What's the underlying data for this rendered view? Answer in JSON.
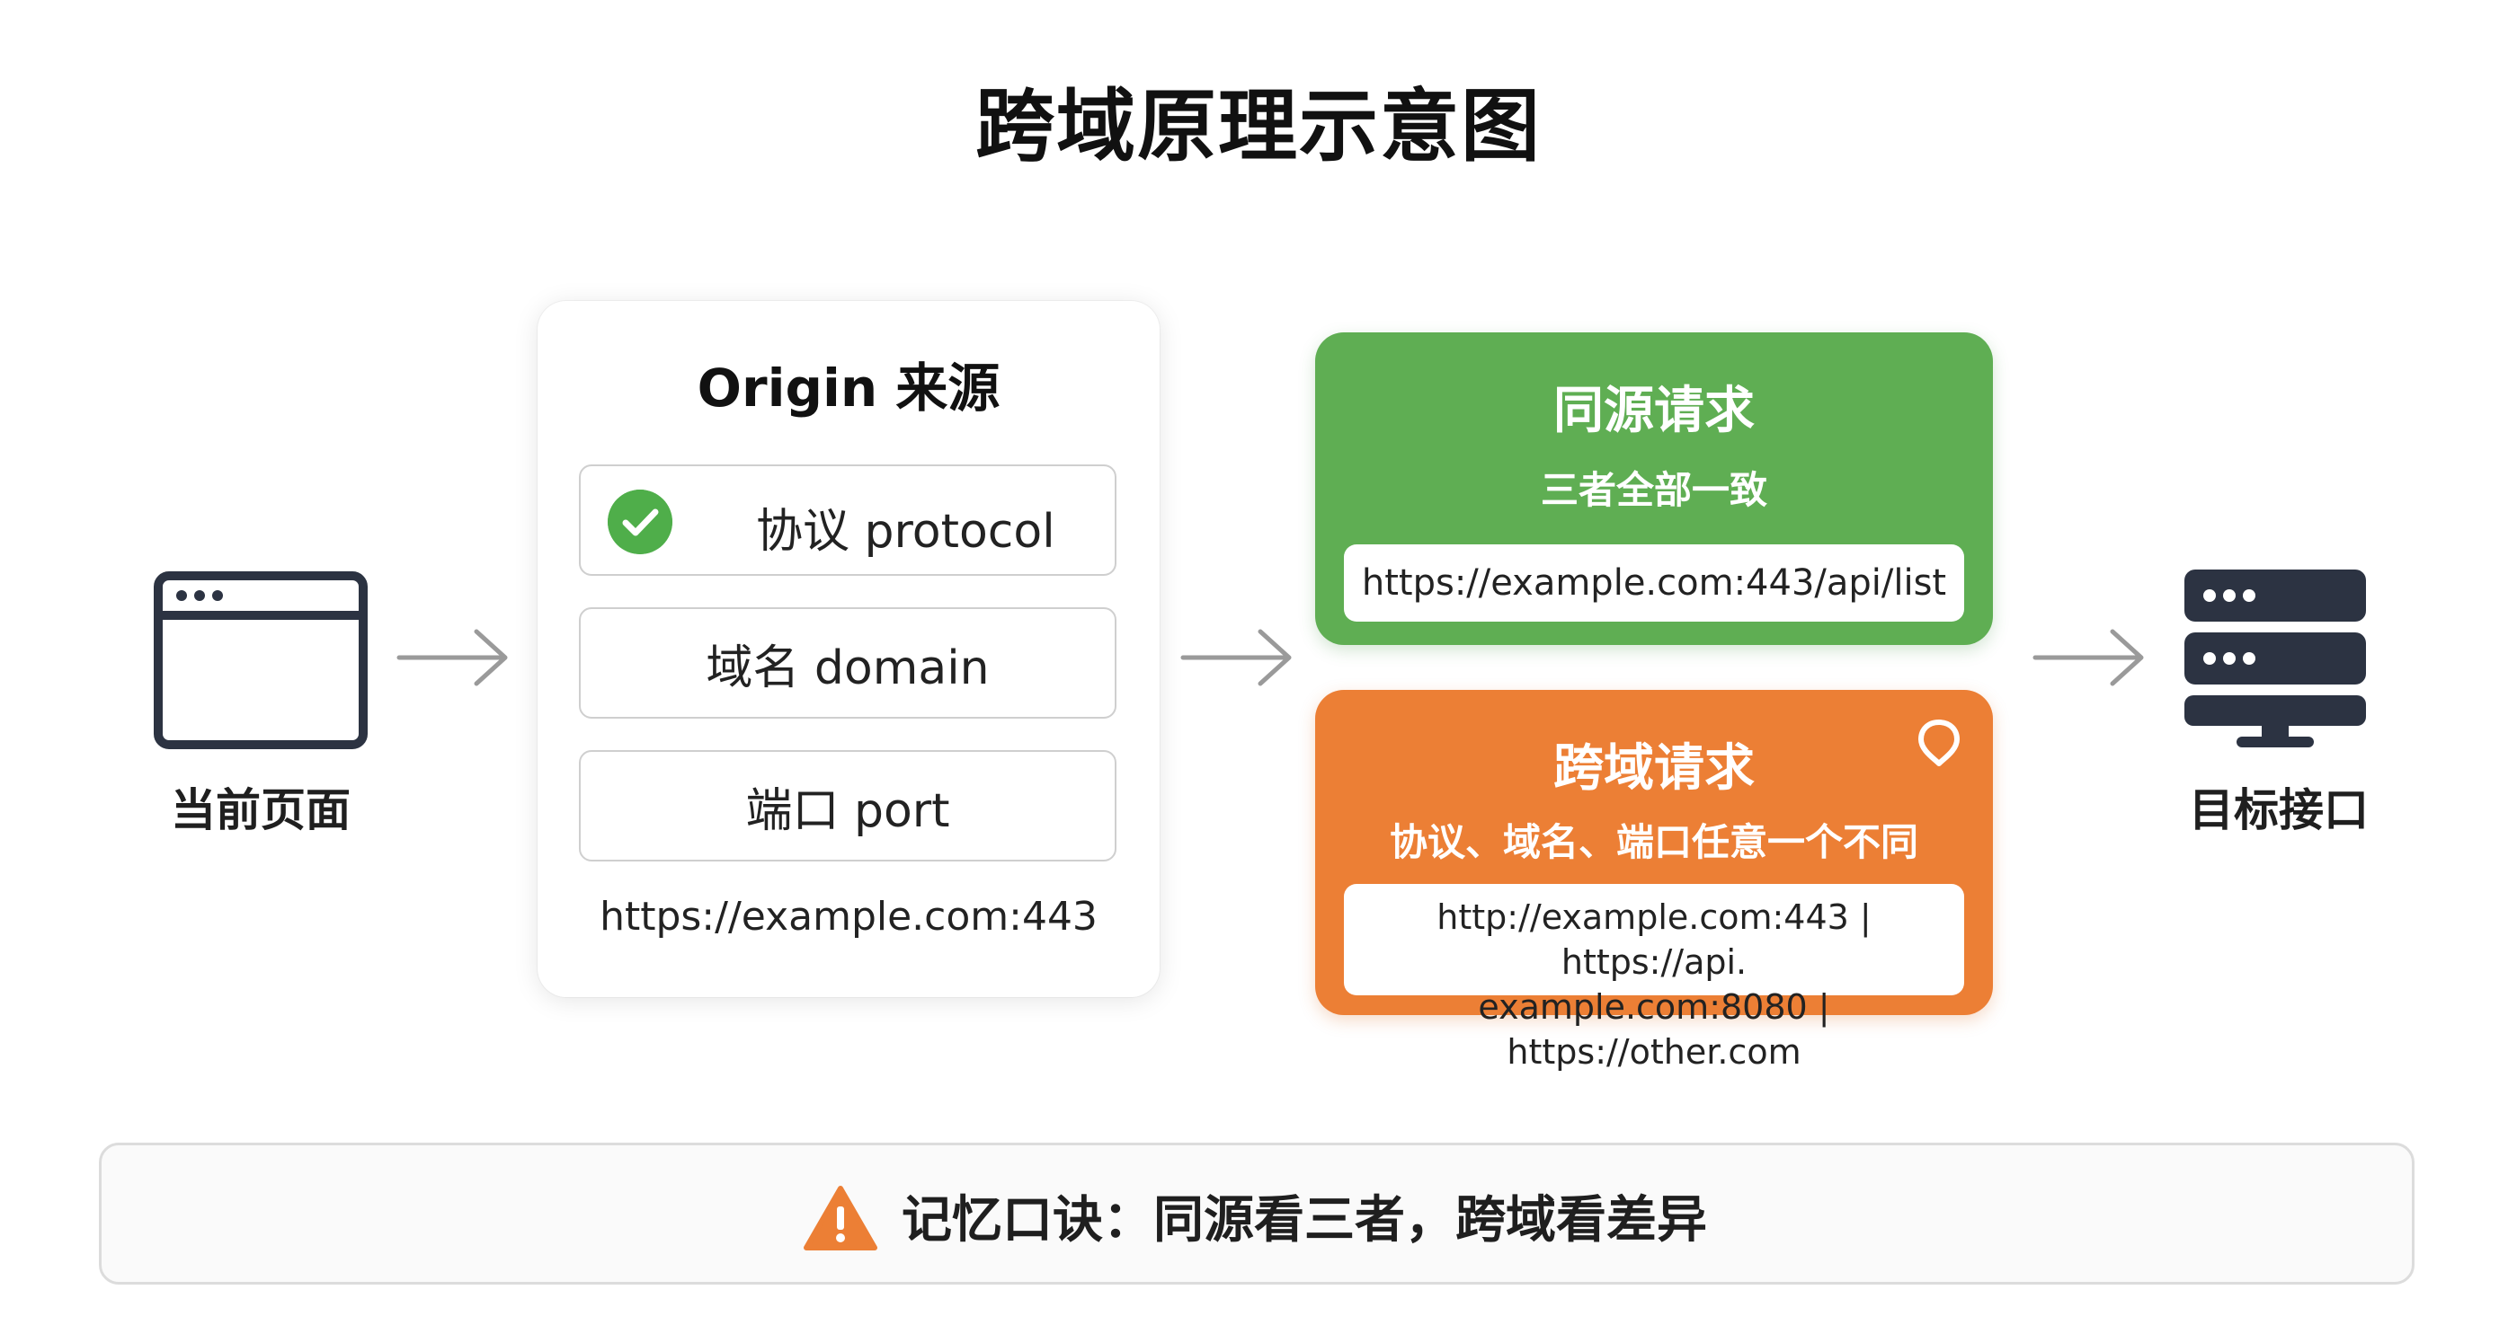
{
  "title": "跨域原理示意图",
  "left_node": {
    "label": "当前页面",
    "icon": "browser-window-icon"
  },
  "origin": {
    "title": "Origin 来源",
    "fields": [
      {
        "label": "协议 protocol",
        "checked": true
      },
      {
        "label": "域名 domain"
      },
      {
        "label": "端口 port"
      }
    ],
    "example": "https://example.com:443"
  },
  "same_origin": {
    "title": "同源请求",
    "subtitle": "三者全部一致",
    "url": "https://example.com:443/api/list",
    "color": "#5fae53"
  },
  "cross_origin": {
    "title": "跨域请求",
    "subtitle": "协议、域名、端口任意一个不同",
    "urls_line1": "http://example.com:443 | https://api.",
    "urls_line2": "example.com:8080 | https://other.com",
    "color": "#ec7f35",
    "icon": "location-pin-icon"
  },
  "right_node": {
    "label": "目标接口",
    "icon": "server-icon"
  },
  "banner": {
    "text": "记忆口诀：同源看三者，跨域看差异",
    "icon": "warning-icon"
  }
}
